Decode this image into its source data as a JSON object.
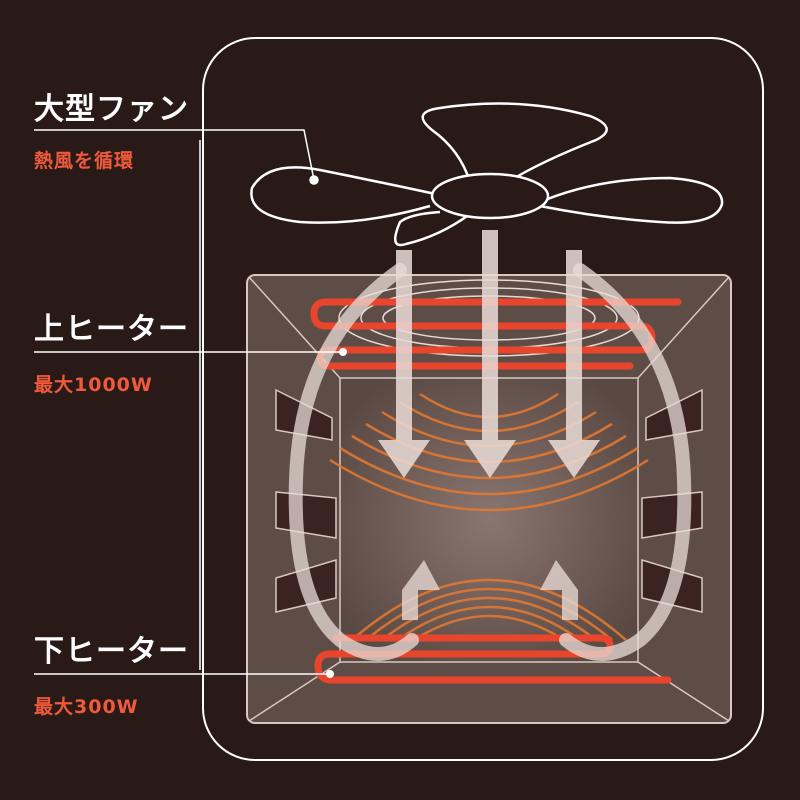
{
  "labels": {
    "fan": {
      "title": "大型ファン",
      "subtitle": "熱風を循環"
    },
    "top_heater": {
      "title": "上ヒーター",
      "subtitle": "最大1000W"
    },
    "bottom_heater": {
      "title": "下ヒーター",
      "subtitle": "最大300W"
    }
  },
  "colors": {
    "background": "#2a1a17",
    "heater": "#e8452c",
    "accent_text": "#f05a3c",
    "outline": "#ffffff",
    "heat_wave": "#e27830",
    "airflow": "#eadcd7"
  },
  "icons": [
    "fan-icon",
    "upper-heater-coil",
    "lower-heater-coil",
    "airflow-arrows"
  ]
}
